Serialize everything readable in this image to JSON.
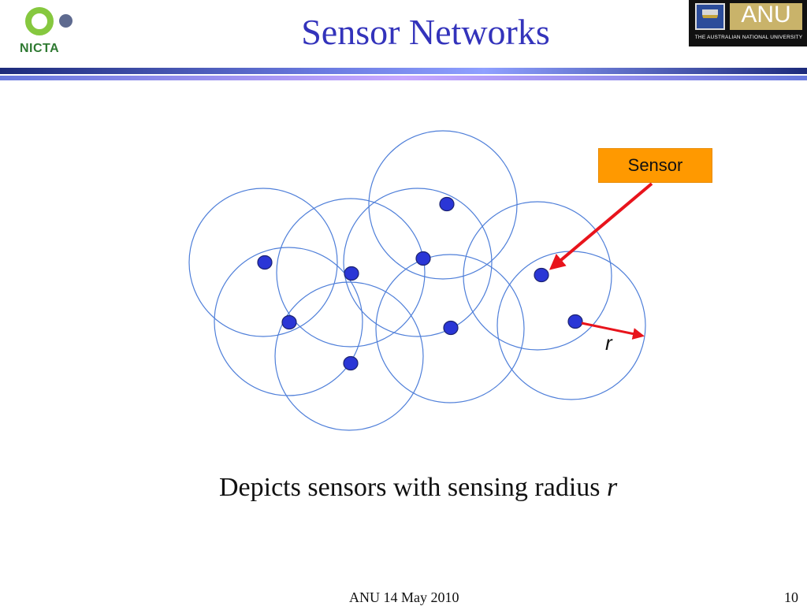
{
  "header": {
    "title": "Sensor Networks",
    "left_logo_text": "NICTA",
    "right_logo_text": "ANU",
    "right_logo_subtitle": "THE AUSTRALIAN NATIONAL UNIVERSITY"
  },
  "diagram": {
    "sensor_label": "Sensor",
    "radius_label": "r",
    "colors": {
      "circle": "#4f7fd9",
      "node": "#2a36d6",
      "arrow": "#e8141c",
      "label_bg": "#ff9900"
    }
  },
  "caption": {
    "text": "Depicts sensors with sensing radius ",
    "variable": "r"
  },
  "footer": {
    "event": "ANU 14 May 2010",
    "page_number": "10"
  }
}
